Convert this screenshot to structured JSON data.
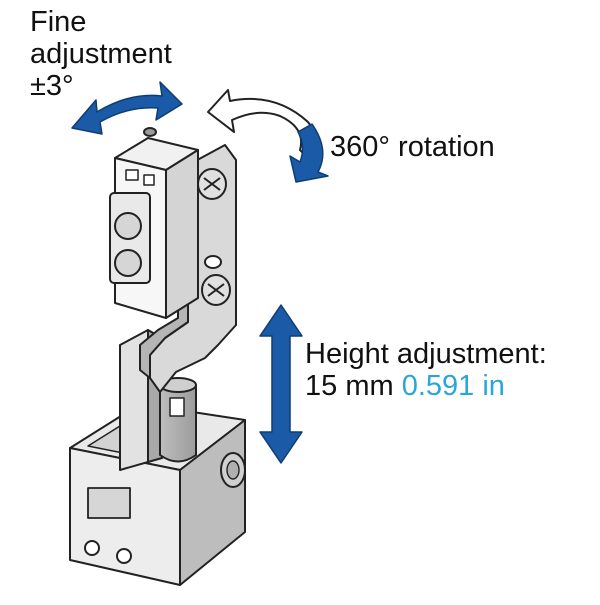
{
  "labels": {
    "fine_adjustment": {
      "line1": "Fine",
      "line2": "adjustment",
      "line3": "±3°"
    },
    "rotation": "360° rotation",
    "height": {
      "line1": "Height adjustment:",
      "value_mm": "15 mm",
      "value_in": "0.591 in"
    }
  },
  "colors": {
    "arrow_blue": "#1a5aa6",
    "inch_text": "#2aa7d8",
    "metal_light": "#e6e6e6",
    "metal_mid": "#c8c8c8",
    "metal_dark": "#9a9a9a",
    "outline": "#222222"
  }
}
